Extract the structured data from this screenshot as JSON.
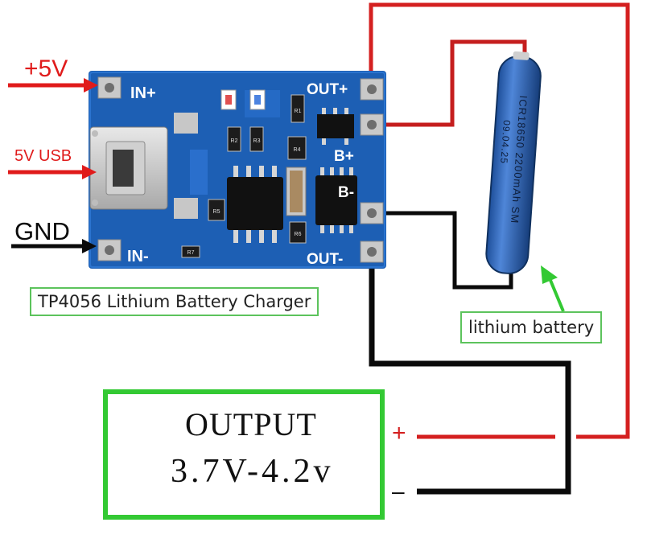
{
  "board": {
    "pin_in_plus": "IN+",
    "pin_in_minus": "IN-",
    "pin_out_plus": "OUT+",
    "pin_out_minus": "OUT-",
    "pin_b_plus": "B+",
    "pin_b_minus": "B-",
    "resistor_r1": "R1",
    "resistor_r2": "R2",
    "resistor_r3": "R3",
    "resistor_r4": "R4",
    "resistor_r5": "R5",
    "resistor_r6": "R6",
    "resistor_r7": "R7"
  },
  "inputs": {
    "plus5v": "+5V",
    "usb": "5V USB",
    "gnd": "GND"
  },
  "labels": {
    "charger": "TP4056 Lithium Battery Charger",
    "battery": "lithium battery"
  },
  "battery": {
    "model": "ICR18650 2200mAh SM",
    "date": "09.04.25"
  },
  "output": {
    "title": "OUTPUT",
    "range": "3.7V-4.2v",
    "plus": "+",
    "minus": "–"
  },
  "colors": {
    "pcb": "#1d5fb4",
    "positive_wire": "#d42020",
    "negative_wire": "#0a0a0a",
    "label_border": "#5cc35c",
    "output_border": "#33c933"
  }
}
